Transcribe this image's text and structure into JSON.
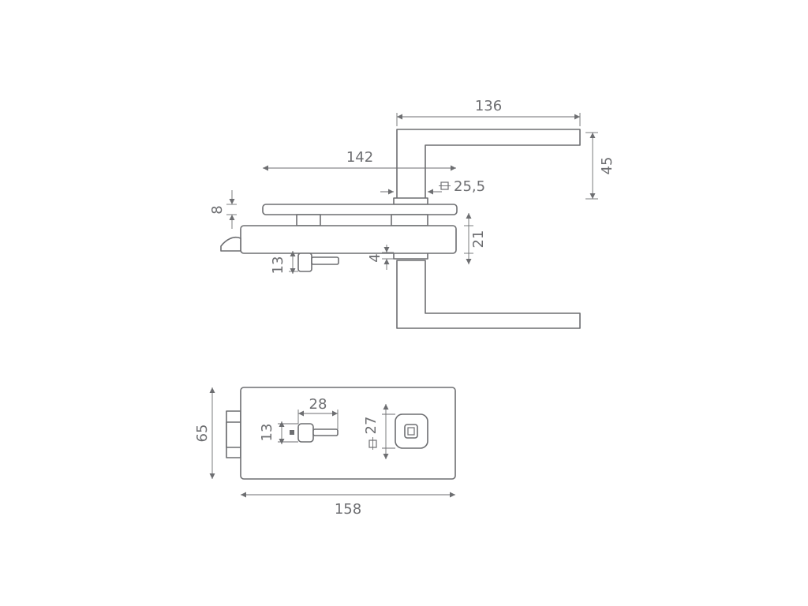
{
  "dimensions": {
    "lever_length": "136",
    "lever_height": "45",
    "depth": "142",
    "rose_square": "25,5",
    "thickness_8": "8",
    "thickness_21": "21",
    "offset_4": "4",
    "thumbturn_13_side": "13",
    "front_height": "65",
    "front_width": "158",
    "thumbturn_width": "28",
    "thumbturn_13_front": "13",
    "spindle_square": "27"
  }
}
